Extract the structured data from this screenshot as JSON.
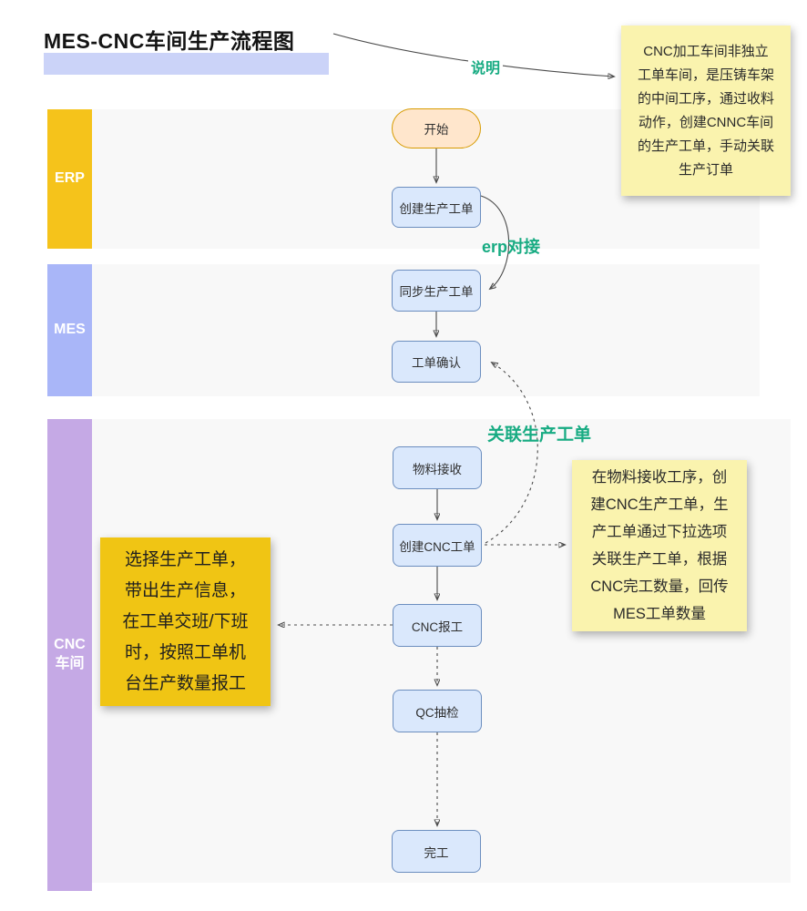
{
  "title": "MES-CNC车间生产流程图",
  "lanes": [
    {
      "label": "ERP"
    },
    {
      "label": "MES"
    },
    {
      "label": "CNC\n车间"
    }
  ],
  "nodes": {
    "start": "开始",
    "create_order": "创建生产工单",
    "sync_order": "同步生产工单",
    "confirm_order": "工单确认",
    "material_receive": "物料接收",
    "create_cnc_order": "创建CNC工单",
    "cnc_report": "CNC报工",
    "qc_check": "QC抽检",
    "finish": "完工"
  },
  "edge_labels": {
    "note_pointer": "说明",
    "erp_integration": "erp对接",
    "link_production_order": "关联生产工单"
  },
  "notes": {
    "top_right": "CNC加工车间非独立工单车间，是压铸车架的中间工序，通过收料动作，创建CNNC车间的生产工单，手动关联生产订单",
    "right": "在物料接收工序，创建CNC生产工单，生产工单通过下拉选项关联生产工单，根据CNC完工数量，回传MES工单数量",
    "left": "选择生产工单，带出生产信息，在工单交班/下班时，按照工单机台生产数量报工"
  },
  "colors": {
    "erp_lane": "#F5C31B",
    "mes_lane": "#A9B6F8",
    "cnc_lane": "#C5A9E5",
    "lane_body": "#F8F8F8",
    "node_fill": "#DAE8FC",
    "node_border": "#6C8EBF",
    "start_fill": "#FFE6CC",
    "start_border": "#D79B00",
    "sticky_yellow": "#FAF3AE",
    "sticky_gold": "#F0C514",
    "edge_label_green": "#17AB82",
    "title_bar": "#CBD3F8"
  }
}
